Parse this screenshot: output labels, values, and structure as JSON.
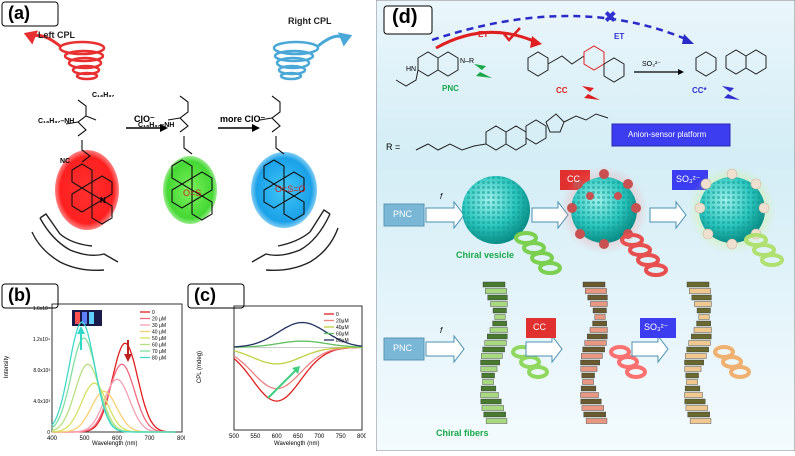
{
  "panel_a": {
    "label": "(a)",
    "left_cpl": "Left CPL",
    "right_cpl": "Right CPL",
    "reagent1": "ClO⁻",
    "reagent2": "more ClO⁻",
    "chain1": "C₁₈H₃₇",
    "chain2": "C₁₈H₃₇–NH",
    "chain3": "C₁₈H₃₇–NH",
    "nh": "HN",
    "nc": "NC",
    "n": "N",
    "o": "O",
    "colors": {
      "red": "#ff2a2a",
      "green": "#4fdc3a",
      "blue": "#2aa8e8"
    }
  },
  "panel_b": {
    "label": "(b)",
    "xlabel": "Wavelength (nm)",
    "ylabel": "Intensity",
    "yticks": [
      "1.6x10⁴",
      "1.2x10⁴",
      "8.0x10³",
      "4.0x10³",
      "0"
    ],
    "legend": [
      "0",
      "20 μM",
      "30 μM",
      "40 μM",
      "50 μM",
      "60 μM",
      "70 μM",
      "80 μM"
    ]
  },
  "panel_c": {
    "label": "(c)",
    "xlabel": "Wavelength (nm)",
    "ylabel": "CPL (mdeg)",
    "legend": [
      "0",
      "20μM",
      "40μM",
      "60μM",
      "80μM"
    ]
  },
  "panel_d": {
    "label": "(d)",
    "et1": "ET",
    "et2": "ET",
    "pnc": "PNC",
    "cc": "CC",
    "ccstar": "CC*",
    "so3": "SO₃²⁻",
    "r_label": "R =",
    "hn": "HN",
    "nr": "N–R",
    "sensor": "Anion-sensor platform",
    "f_up": "f",
    "f_down": "f",
    "vesicle_label": "Chiral vesicle",
    "fiber_label": "Chiral fibers",
    "row1": {
      "pnc": "PNC",
      "cc": "CC",
      "so3": "SO₃²⁻"
    },
    "row2": {
      "pnc": "PNC",
      "cc": "CC",
      "so3": "SO₃²⁻"
    }
  },
  "chart_data": [
    {
      "type": "line",
      "title": "",
      "xlabel": "Wavelength (nm)",
      "ylabel": "Intensity",
      "xlim": [
        400,
        800
      ],
      "ylim": [
        0,
        17000
      ],
      "xticks": [
        400,
        500,
        600,
        700,
        800
      ],
      "series": [
        {
          "name": "0",
          "color": "#e02020",
          "peak_x": 625,
          "peak_y": 11800
        },
        {
          "name": "20 μM",
          "color": "#f06a80",
          "peak_x": 615,
          "peak_y": 9000
        },
        {
          "name": "30 μM",
          "color": "#f5a0b0",
          "peak_x": 600,
          "peak_y": 7000
        },
        {
          "name": "40 μM",
          "color": "#f7d070",
          "peak_x": 560,
          "peak_y": 5400
        },
        {
          "name": "50 μM",
          "color": "#d8e060",
          "peak_x": 530,
          "peak_y": 6500
        },
        {
          "name": "60 μM",
          "color": "#b8e080",
          "peak_x": 510,
          "peak_y": 9000
        },
        {
          "name": "70 μM",
          "color": "#80e0a0",
          "peak_x": 498,
          "peak_y": 12500
        },
        {
          "name": "80 μM",
          "color": "#40d8c8",
          "peak_x": 492,
          "peak_y": 14600
        }
      ]
    },
    {
      "type": "line",
      "title": "",
      "xlabel": "Wavelength (nm)",
      "ylabel": "CPL (mdeg)",
      "xlim": [
        500,
        800
      ],
      "ylim": [
        -20,
        10
      ],
      "xticks": [
        500,
        550,
        600,
        650,
        700,
        750,
        800
      ],
      "series": [
        {
          "name": "0",
          "color": "#e02020",
          "peak_x": 600,
          "peak_y": -13
        },
        {
          "name": "20μM",
          "color": "#f08080",
          "peak_x": 600,
          "peak_y": -10
        },
        {
          "name": "40μM",
          "color": "#c0d040",
          "peak_x": 600,
          "peak_y": -4
        },
        {
          "name": "60μM",
          "color": "#60c060",
          "peak_x": 660,
          "peak_y": 1.5
        },
        {
          "name": "80μM",
          "color": "#203060",
          "peak_x": 660,
          "peak_y": 6
        }
      ]
    }
  ]
}
